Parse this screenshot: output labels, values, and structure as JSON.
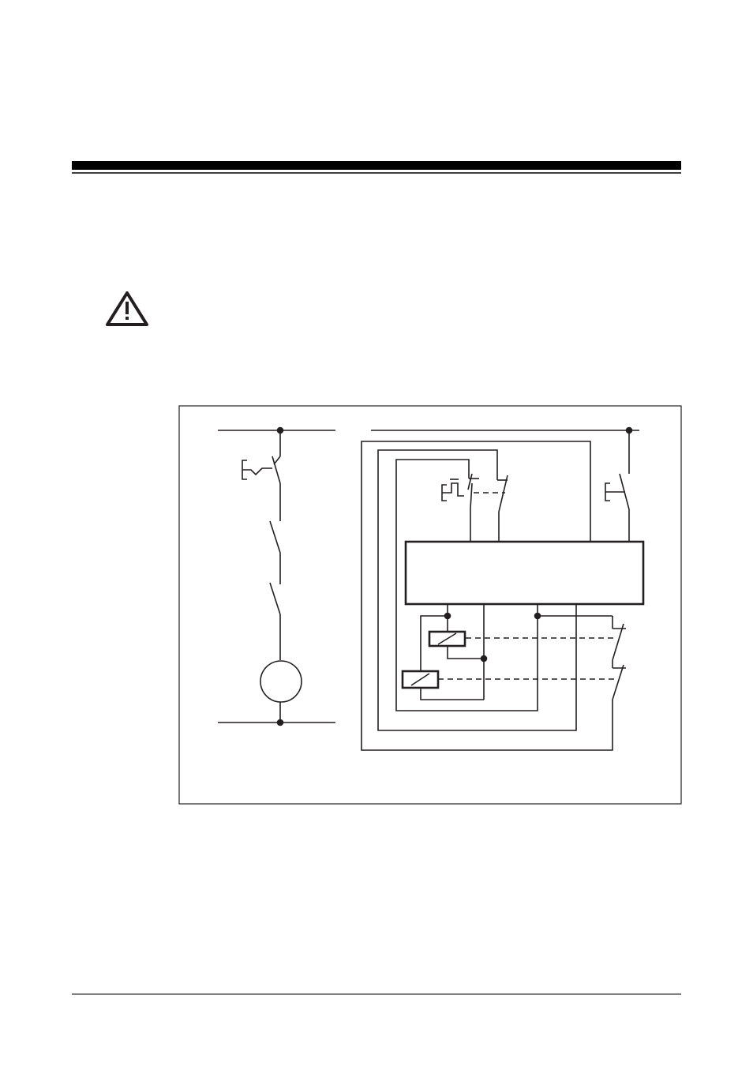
{
  "page": {
    "background": "#ffffff",
    "ink": "#231f20"
  },
  "header": {
    "rule_style": "thick-over-thin"
  },
  "warning": {
    "icon": "warning-triangle-icon"
  },
  "diagram": {
    "type": "circuit-schematic",
    "left_circuit": {
      "components": [
        "power-rail-top",
        "mechanical-switch",
        "switch-contact-1",
        "switch-contact-2",
        "motor-load",
        "power-rail-bottom"
      ]
    },
    "right_circuit": {
      "components": [
        "power-rail",
        "emergency-stop-switch",
        "start-pushbutton",
        "safety-relay-unit",
        "relay-coil-1",
        "relay-coil-2",
        "output-contact-1",
        "output-contact-2"
      ]
    }
  },
  "footer": {
    "rule_style": "thin"
  }
}
